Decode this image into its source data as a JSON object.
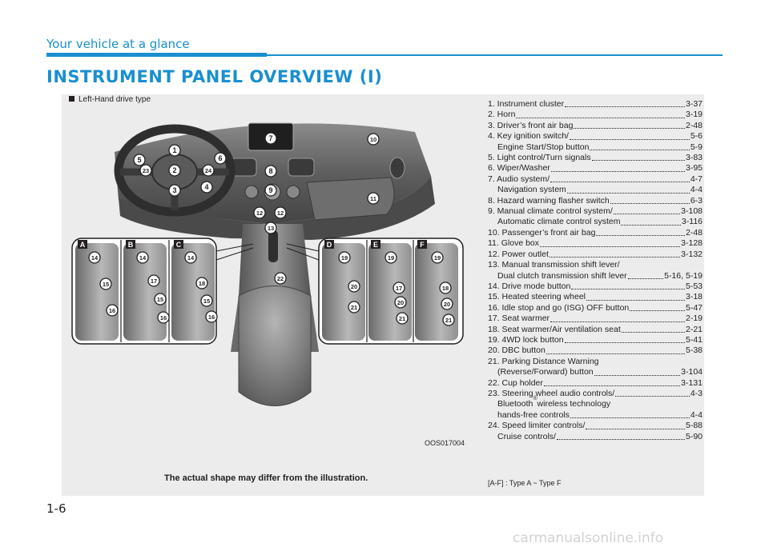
{
  "header": {
    "section_title": "Your vehicle at a glance",
    "chapter_title": "INSTRUMENT PANEL OVERVIEW (I)"
  },
  "figure": {
    "drive_type": "Left-Hand drive type",
    "image_code": "OOS017004",
    "caption": "The actual shape may differ from the illustration.",
    "callouts": [
      "1",
      "2",
      "3",
      "4",
      "5",
      "6",
      "7",
      "8",
      "9",
      "10",
      "11",
      "12",
      "13",
      "22",
      "23",
      "24"
    ],
    "insets": [
      {
        "letter": "A",
        "callouts": [
          "14",
          "15",
          "16"
        ]
      },
      {
        "letter": "B",
        "callouts": [
          "14",
          "17",
          "15",
          "16"
        ]
      },
      {
        "letter": "C",
        "callouts": [
          "14",
          "18",
          "15",
          "16"
        ]
      },
      {
        "letter": "D",
        "callouts": [
          "19",
          "20",
          "21"
        ]
      },
      {
        "letter": "E",
        "callouts": [
          "19",
          "17",
          "20",
          "21"
        ]
      },
      {
        "letter": "F",
        "callouts": [
          "19",
          "18",
          "20",
          "21"
        ]
      }
    ]
  },
  "legend": {
    "items": [
      {
        "text": "1. Instrument cluster",
        "page": "3-37"
      },
      {
        "text": "2. Horn",
        "page": "3-19"
      },
      {
        "text": "3. Driver’s front air bag",
        "page": "2-48"
      },
      {
        "text": "4. Key ignition switch/",
        "page": "5-6"
      },
      {
        "text": "Engine Start/Stop button",
        "page": "5-9",
        "sub": true
      },
      {
        "text": "5. Light control/Turn signals",
        "page": "3-83"
      },
      {
        "text": "6. Wiper/Washer",
        "page": "3-95"
      },
      {
        "text": "7. Audio system/",
        "page": "4-7"
      },
      {
        "text": "Navigation system",
        "page": "4-4",
        "sub": true
      },
      {
        "text": "8. Hazard warning flasher switch",
        "page": "6-3"
      },
      {
        "text": "9. Manual climate control system/",
        "page": "3-108"
      },
      {
        "text": "Automatic climate control system",
        "page": "3-116",
        "sub": true
      },
      {
        "text": "10. Passenger’s front air bag",
        "page": "2-48"
      },
      {
        "text": "11. Glove box",
        "page": "3-128"
      },
      {
        "text": "12. Power outlet",
        "page": "3-132"
      },
      {
        "text": "13. Manual transmission shift lever/",
        "page": ""
      },
      {
        "text": "Dual clutch transmission shift lever",
        "page": "5-16, 5-19",
        "sub": true
      },
      {
        "text": "14. Drive mode button",
        "page": "5-53"
      },
      {
        "text": "15. Heated steering wheel",
        "page": "3-18"
      },
      {
        "text": "16. Idle stop and go (ISG) OFF button",
        "page": "5-47"
      },
      {
        "text": "17. Seat warmer",
        "page": "2-19"
      },
      {
        "text": "18. Seat warmer/Air ventilation seat",
        "page": "2-21"
      },
      {
        "text": "19. 4WD lock button",
        "page": "5-41"
      },
      {
        "text": "20. DBC button",
        "page": "5-38"
      },
      {
        "text": "21. Parking Distance Warning",
        "page": ""
      },
      {
        "text": "(Reverse/Forward) button",
        "page": "3-104",
        "sub": true
      },
      {
        "text": "22. Cup holder",
        "page": "3-131"
      },
      {
        "text": "23. Steering wheel audio controls/",
        "page": "4-3"
      },
      {
        "text": "Bluetooth",
        "sup": "®",
        "text2": " wireless technology",
        "page": "",
        "sub": true
      },
      {
        "text": "hands-free controls",
        "page": "4-4",
        "sub": true
      },
      {
        "text": "24. Speed limiter controls/",
        "page": "5-88"
      },
      {
        "text": "Cruise controls/",
        "page": "5-90",
        "sub": true
      }
    ],
    "type_note": "[A-F] : Type A ~ Type F"
  },
  "footer": {
    "page_number": "1-6",
    "watermark": "carmanualsonline.info"
  },
  "colors": {
    "accent": "#1a8fd0",
    "panel_bg": "#ececec",
    "text": "#231f20"
  }
}
